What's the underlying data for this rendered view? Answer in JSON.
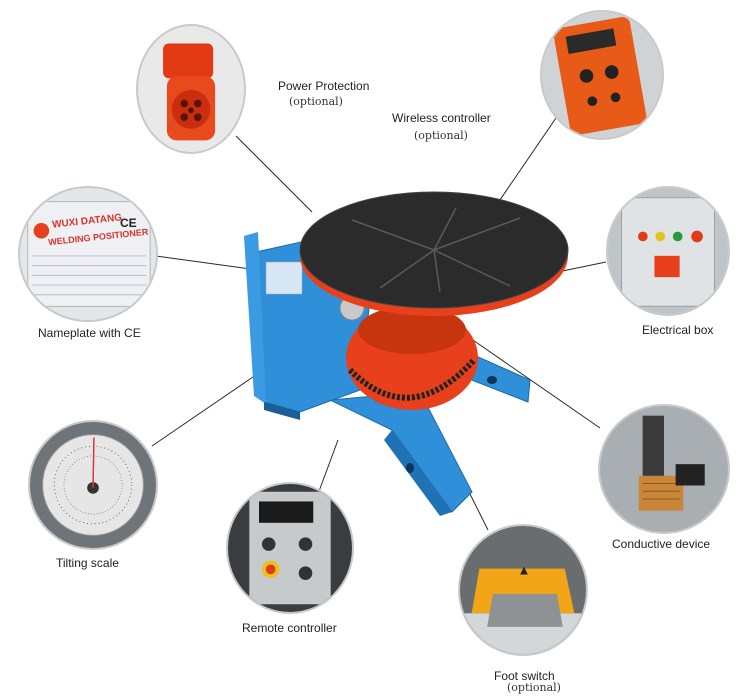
{
  "labels": {
    "power_protection": "Power Protection",
    "power_protection_note": "(optional)",
    "wireless_controller": "Wireless controller",
    "wireless_controller_note": "(optional)",
    "nameplate": "Nameplate with CE",
    "electrical_box": "Electrical box",
    "tilting_scale": "Tilting scale",
    "conductive_device": "Conductive device",
    "remote_controller": "Remote controller",
    "foot_switch": "Foot switch",
    "foot_switch_note": "(optional)"
  },
  "nameplate_text": {
    "line1": "WUXI DATANG",
    "line2": "WELDING POSITIONER",
    "mark": "CE"
  },
  "colors": {
    "machine_blue": "#2f8fd8",
    "machine_orange": "#e8401c",
    "table_dark": "#2b2b2b",
    "leader_line": "#2a2a2a"
  }
}
